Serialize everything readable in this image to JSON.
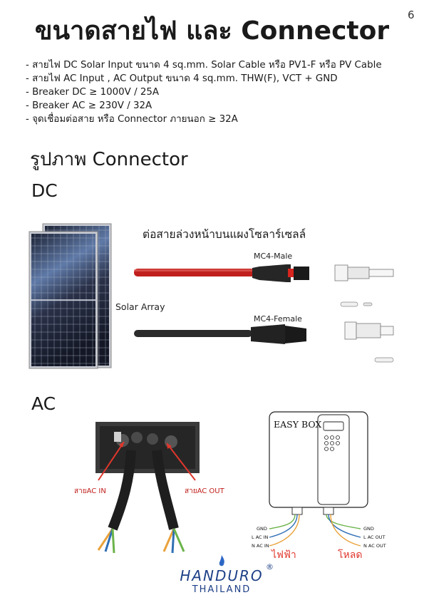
{
  "page_number": "6",
  "title": "ขนาดสายไฟ และ Connector",
  "specs": [
    "- สายไฟ DC Solar Input ขนาด 4 sq.mm. Solar Cable หรือ PV1-F หรือ PV Cable",
    "- สายไฟ AC Input , AC Output ขนาด 4 sq.mm. THW(F), VCT + GND",
    "- Breaker DC ≥ 1000V / 25A",
    "- Breaker AC ≥ 230V / 32A",
    "- จุดเชื่อมต่อสาย หรือ Connector ภายนอก ≥ 32A"
  ],
  "section_heading": "รูปภาพ Connector",
  "dc": {
    "label": "DC",
    "caption": "ต่อสายล่วงหน้าบนแผงโซลาร์เซลล์",
    "mc4_male": "MC4-Male",
    "mc4_female": "MC4-Female",
    "solar_array": "Solar Array"
  },
  "ac": {
    "label": "AC",
    "ac_in": "สายAC IN",
    "ac_out": "สายAC OUT",
    "easy_box": "EASY BOX",
    "wires_left": [
      "GND",
      "L AC IN",
      "N AC IN"
    ],
    "wires_right": [
      "GND",
      "L AC OUT",
      "N AC OUT"
    ],
    "grid": "ไฟฟ้า",
    "load": "โหลด"
  },
  "brand": {
    "line1": "HANDURO",
    "line2": "THAILAND",
    "mark": "®"
  },
  "colors": {
    "red_cable": "#c0201c",
    "accent_red": "#e0362c",
    "brand_blue": "#1d3f86"
  }
}
